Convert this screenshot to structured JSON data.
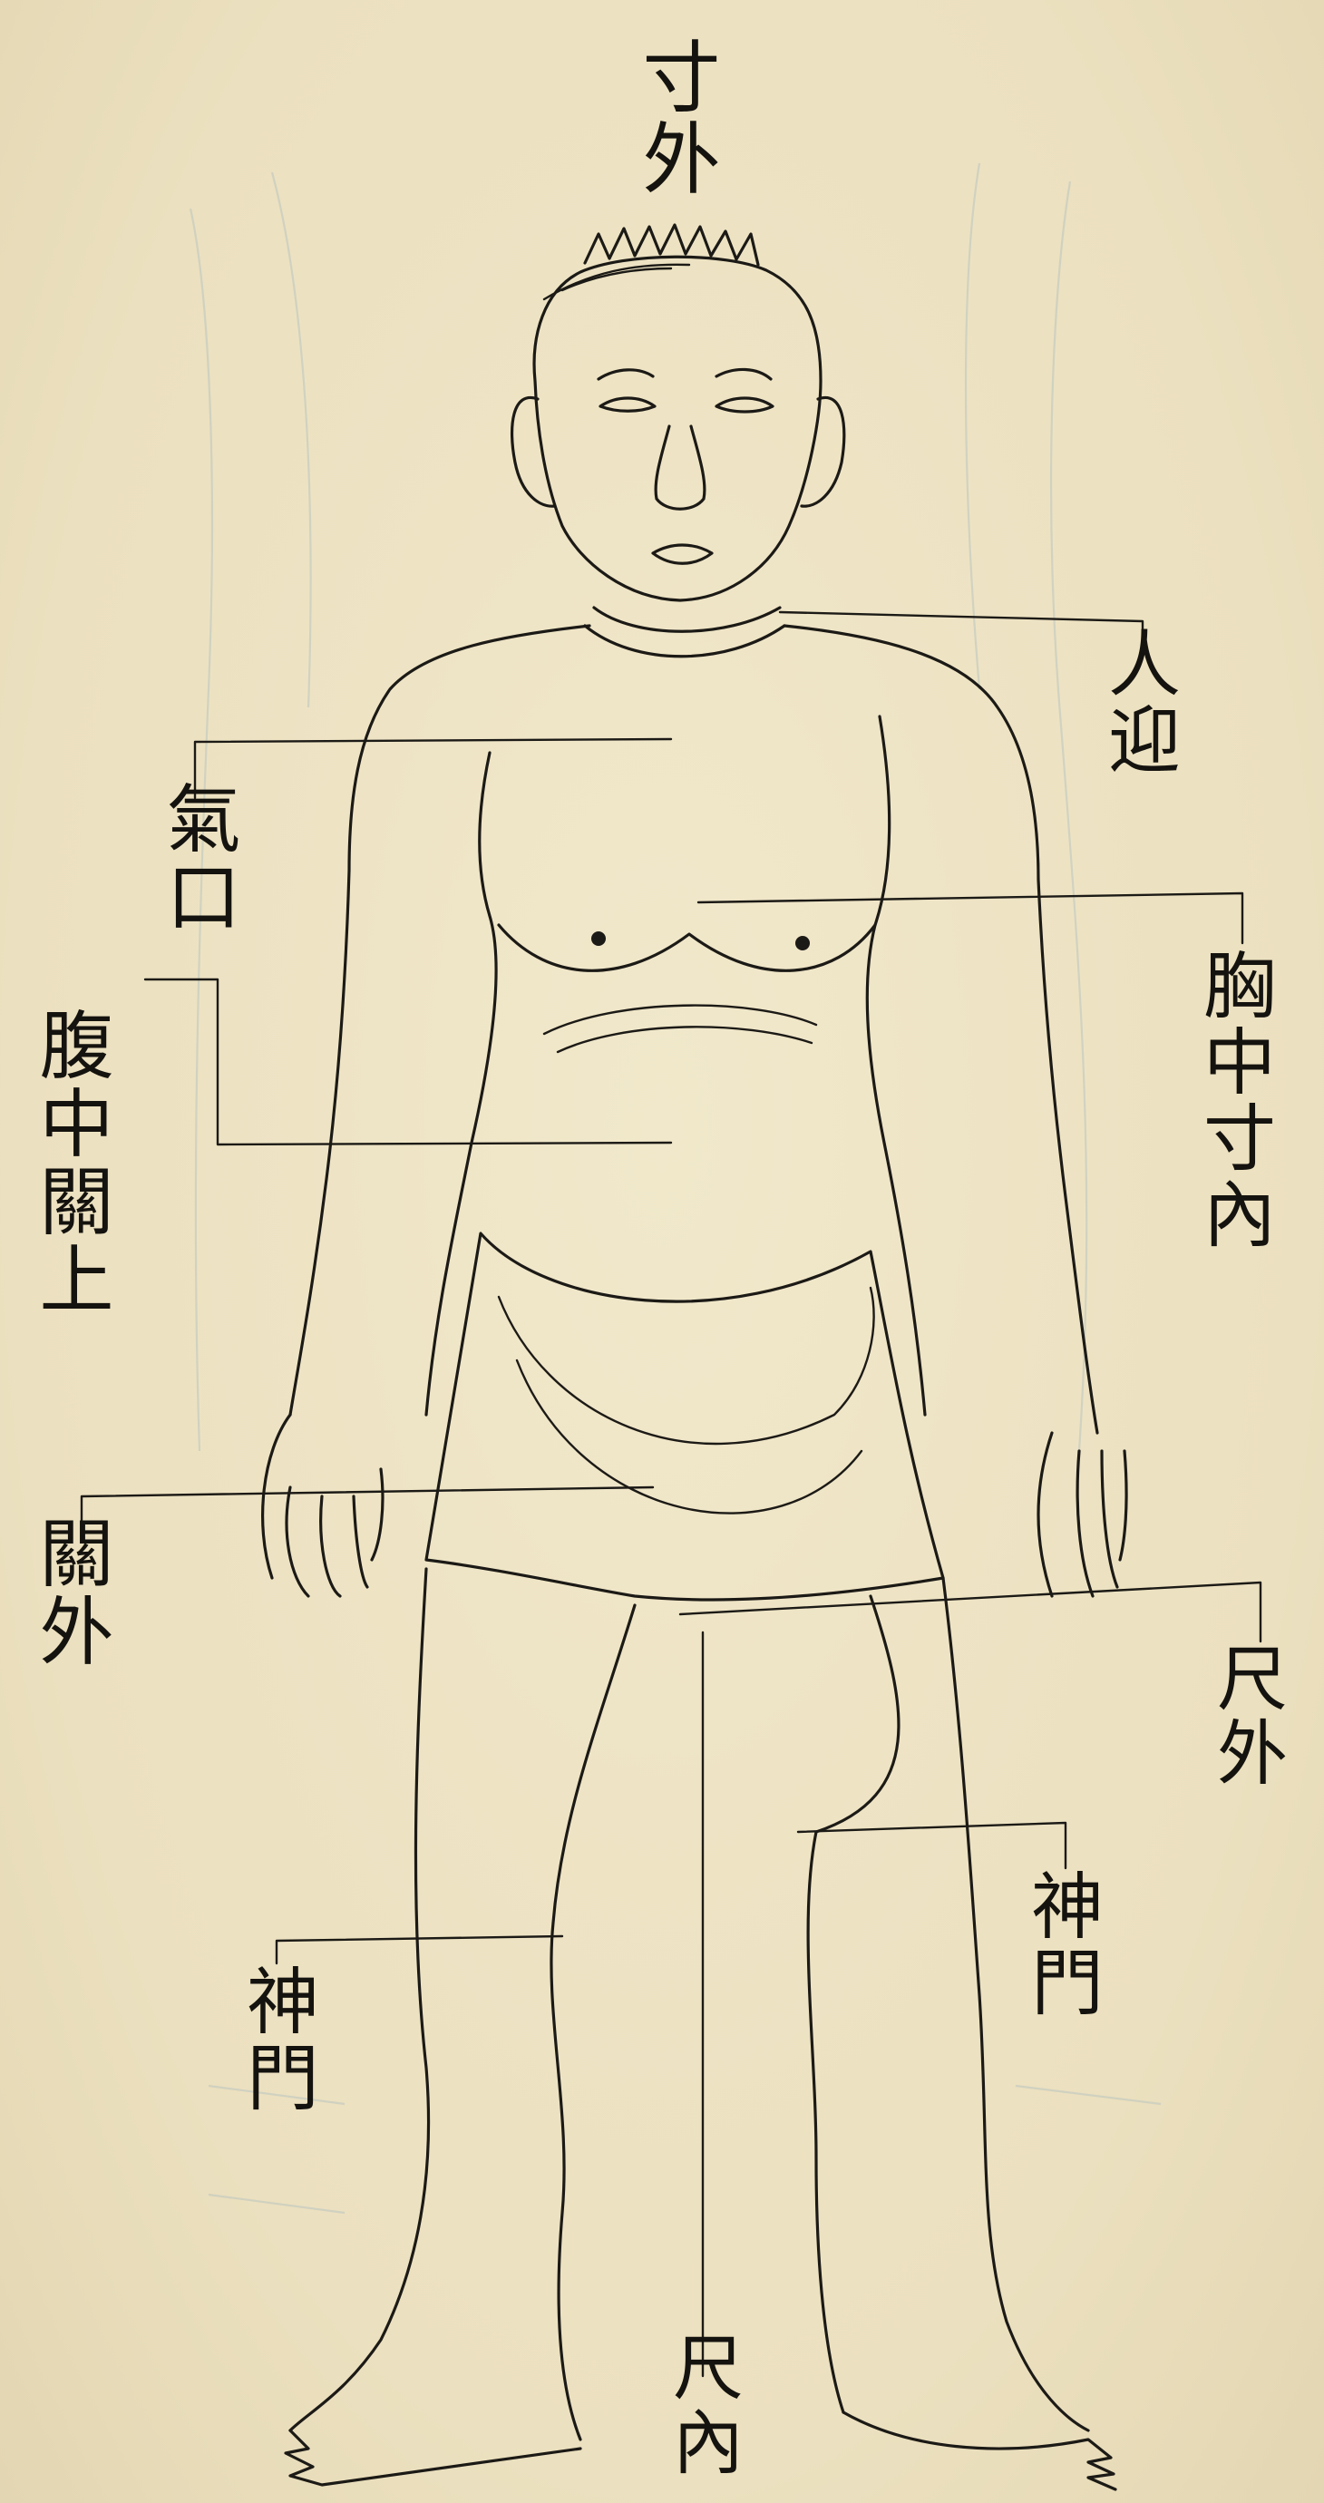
{
  "labels": {
    "top": "寸外",
    "renying": "人迎",
    "qikou": "氣口",
    "xiongzhong": "胸中寸內",
    "fuzhong": "腹中關上",
    "guanwai": "關外",
    "chiwai": "尺外",
    "shenmen_right": "神門",
    "shenmen_left": "神門",
    "chinei": "尺內"
  },
  "colors": {
    "paper": "#ede3c3",
    "ink": "#1c1a16",
    "bleed": "#b9c4c0"
  }
}
